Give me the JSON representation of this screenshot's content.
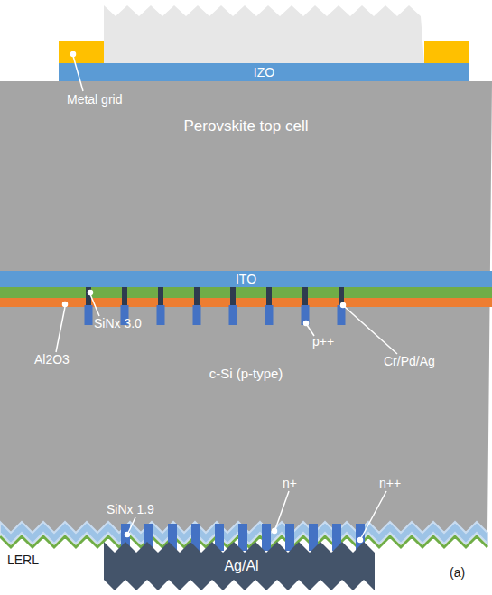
{
  "diagram": {
    "nodes": [
      {
        "text": [
          "IZO"
        ]
      },
      {
        "text": [
          "Perovskite top cell"
        ]
      },
      {
        "text": [
          "ITO"
        ]
      },
      {
        "text": [
          "c-Si (p-type)"
        ]
      },
      {
        "text": [
          "Ag/Al"
        ]
      }
    ],
    "labels": [
      "Metal grid",
      "SiNx 3.0",
      "Al2O3",
      "p++",
      "Cr/Pd/Ag",
      "n+",
      "n++",
      "SiNx 1.9",
      "LERL",
      "(a)"
    ]
  }
}
